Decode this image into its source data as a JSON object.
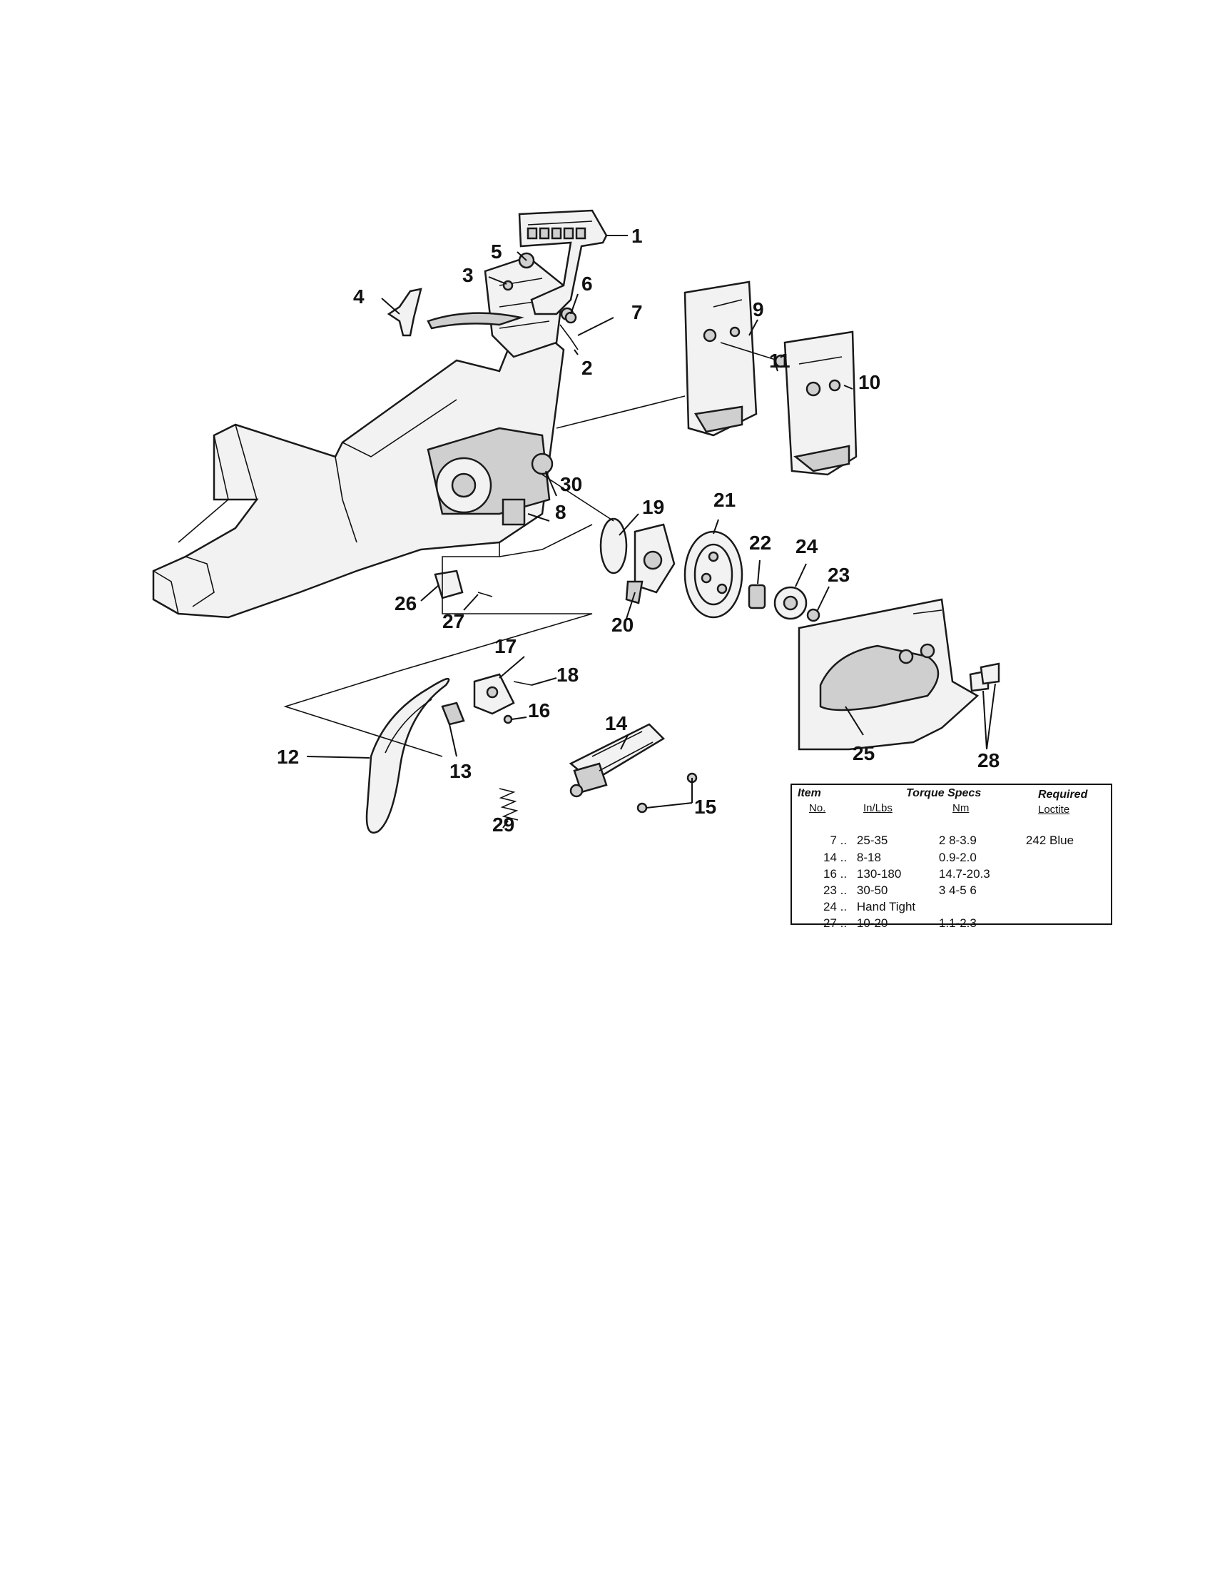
{
  "callouts": {
    "c1": "1",
    "c2": "2",
    "c3": "3",
    "c4": "4",
    "c5": "5",
    "c6": "6",
    "c7": "7",
    "c8": "8",
    "c9": "9",
    "c10": "10",
    "c11": "11",
    "c12": "12",
    "c13": "13",
    "c14": "14",
    "c15": "15",
    "c16": "16",
    "c17": "17",
    "c18": "18",
    "c19": "19",
    "c20": "20",
    "c21": "21",
    "c22": "22",
    "c23": "23",
    "c24": "24",
    "c25": "25",
    "c26": "26",
    "c27": "27",
    "c28": "28",
    "c29": "29",
    "c30": "30"
  },
  "torque_table": {
    "header_item": "Item",
    "header_torque": "Torque Specs",
    "header_required": "Required",
    "sub_no": "No.",
    "sub_inlbs": "In/Lbs",
    "sub_nm": "Nm",
    "sub_loctite": "Loctite",
    "rows": [
      {
        "item": "7",
        "inlbs": "25-35",
        "nm": "2 8-3.9",
        "loctite": "242 Blue"
      },
      {
        "item": "14",
        "inlbs": "8-18",
        "nm": "0.9-2.0",
        "loctite": ""
      },
      {
        "item": "16",
        "inlbs": "130-180",
        "nm": "14.7-20.3",
        "loctite": ""
      },
      {
        "item": "23",
        "inlbs": "30-50",
        "nm": "3 4-5 6",
        "loctite": ""
      },
      {
        "item": "24",
        "inlbs": "Hand Tight",
        "nm": "",
        "loctite": ""
      },
      {
        "item": "27",
        "inlbs": "10-20",
        "nm": "1.1-2.3",
        "loctite": ""
      }
    ]
  }
}
